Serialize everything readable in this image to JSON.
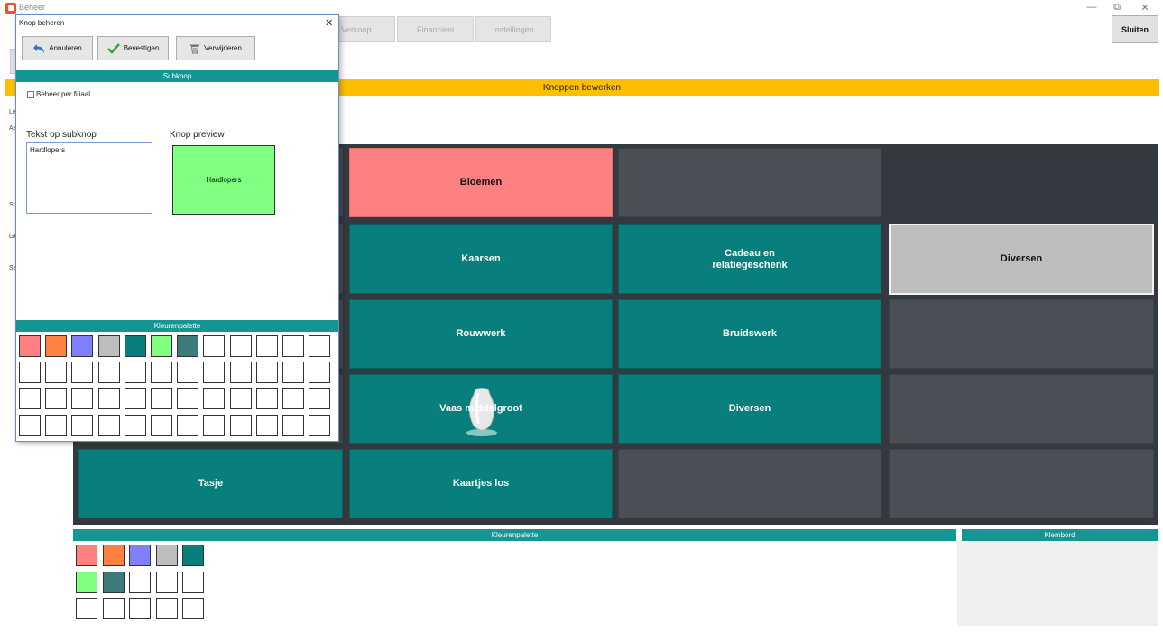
{
  "app": {
    "title": "Beheer"
  },
  "window": {
    "minimize": "—",
    "restore": "⧉",
    "close": "✕"
  },
  "nav": {
    "verkoop": "Verkoop",
    "financieel": "Financieel",
    "instellingen": "Instellingen",
    "close_label": "Sluiten"
  },
  "banner": {
    "title": "Knoppen bewerken"
  },
  "side_labels": [
    "Le",
    "Aa",
    "Sn",
    "Ge",
    "Se"
  ],
  "grid": {
    "tiles": [
      {
        "label": "Bloemen"
      },
      {
        "label": "Kaarsen"
      },
      {
        "label": "Cadeau en\nrelatiegeschenk"
      },
      {
        "label": "Diversen"
      },
      {
        "label": "Rouwwerk"
      },
      {
        "label": "Bruidswerk"
      },
      {
        "label": "Vaas middelgroot"
      },
      {
        "label": "Diversen"
      },
      {
        "label": "Tasje"
      },
      {
        "label": "Kaartjes los"
      }
    ]
  },
  "bottom": {
    "palette_title": "Kleurenpalette",
    "clipboard_title": "Klembord"
  },
  "palette_colors": [
    "#ff8080",
    "#ff8040",
    "#8080ff",
    "#bdbdbd",
    "#087f7c",
    "#80ff80",
    "#3d7b7b"
  ],
  "dialog": {
    "title": "Knop beheren",
    "close": "✕",
    "cancel_label": "Annuleren",
    "confirm_label": "Bevestigen",
    "delete_label": "Verwijderen",
    "subknop_title": "Subknop",
    "per_branch_label": "Beheer per filiaal",
    "text_label": "Tekst op subknop",
    "text_value": "Hardlopers",
    "preview_label": "Knop preview",
    "preview_text": "Hardlopers",
    "palette_title": "Kleurenpalette"
  }
}
